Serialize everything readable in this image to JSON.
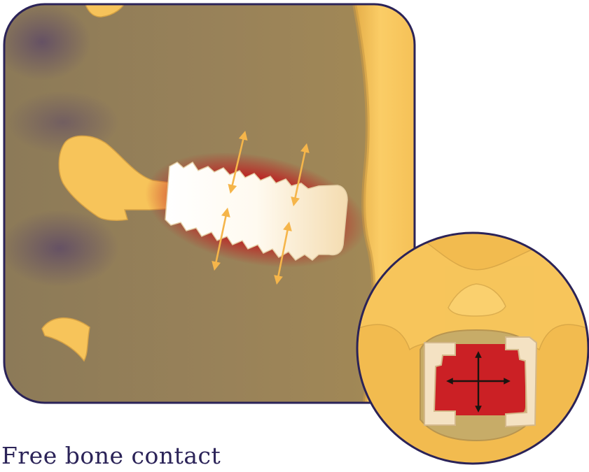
{
  "caption": "Free bone contact",
  "colors": {
    "bone": "#f7c45a",
    "tissue": "#958057",
    "disc_shadow": "#6a5566",
    "outline": "#2b2358",
    "implant": "#fff8ec",
    "bleeding_zone": "#c81e22",
    "arrow_orange": "#f5b54a",
    "arrow_dark": "#1a1410"
  },
  "icons": {
    "side_view_arrows": "double-headed-arrow",
    "inset_arrows": "four-way-arrow"
  }
}
